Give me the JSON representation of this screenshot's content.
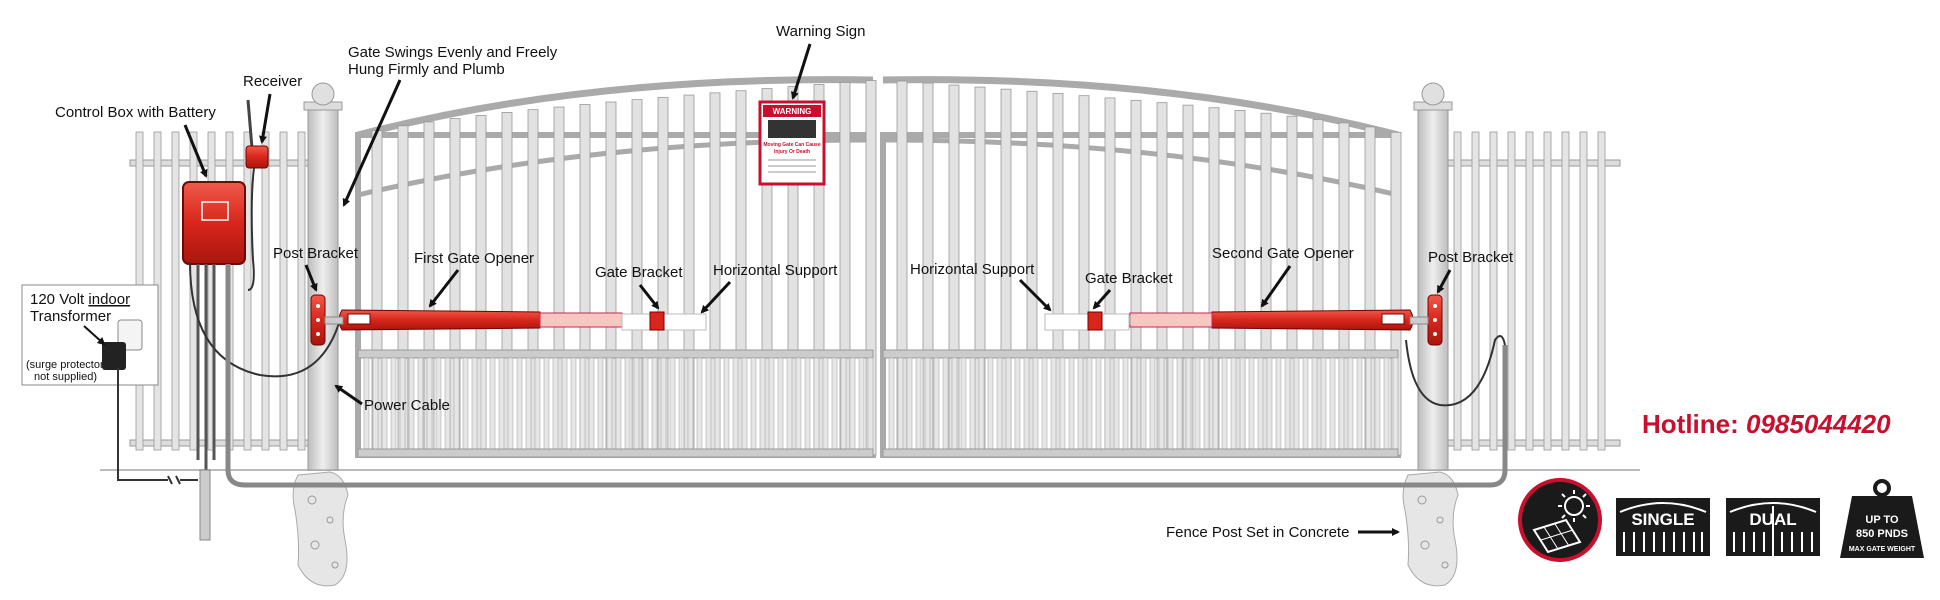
{
  "labels": {
    "warning_sign": "Warning Sign",
    "gate_swings_line1": "Gate Swings Evenly and Freely",
    "gate_swings_line2": "Hung Firmly and Plumb",
    "receiver": "Receiver",
    "control_box": "Control Box with Battery",
    "post_bracket_left": "Post Bracket",
    "first_gate_opener": "First Gate Opener",
    "gate_bracket_left": "Gate Bracket",
    "horizontal_support_left": "Horizontal Support",
    "horizontal_support_right": "Horizontal Support",
    "gate_bracket_right": "Gate Bracket",
    "second_gate_opener": "Second Gate Opener",
    "post_bracket_right": "Post Bracket",
    "transformer_line1_a": "120 Volt ",
    "transformer_line1_b": "indoor",
    "transformer_line2": "Transformer",
    "surge_line1": "(surge protector",
    "surge_line2": "not supplied)",
    "power_cable": "Power Cable",
    "fence_post": "Fence Post Set in Concrete"
  },
  "warning_sign": {
    "header": "WARNING",
    "line1": "Moving Gate Can Cause",
    "line2": "Injury Or Death"
  },
  "hotline": {
    "label": "Hotline: ",
    "number": "0985044420"
  },
  "badges": {
    "single": "SINGLE",
    "dual": "DUAL",
    "weight_line1": "UP TO",
    "weight_line2": "850 PNDS",
    "weight_line3": "MAX GATE WEIGHT"
  },
  "colors": {
    "opener_red": "#d8261c",
    "metal": "#dcdcdc",
    "metal_edge": "#9a9a9a",
    "hotline_red": "#c8102e"
  }
}
